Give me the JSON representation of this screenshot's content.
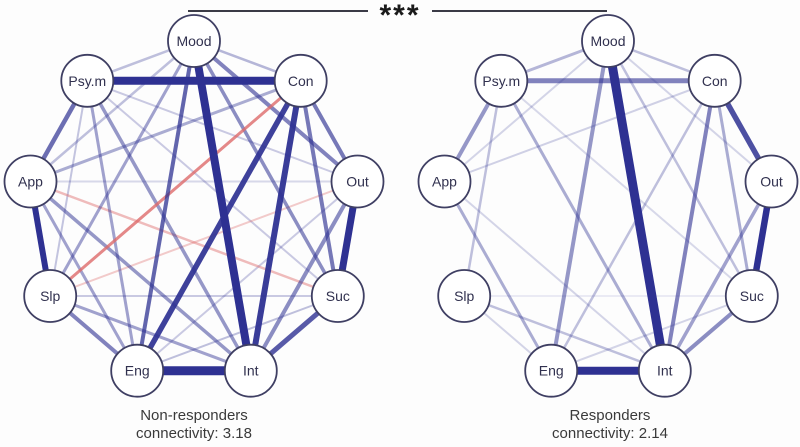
{
  "significance": {
    "stars": "***"
  },
  "colors": {
    "positive_edge": "#2e3192",
    "negative_edge": "#dd6a6a",
    "node_fill": "#ffffff",
    "node_border": "#3f3f63",
    "node_label": "#31314f",
    "caption_text": "#3a3a3a",
    "sig_line": "#3b3b46"
  },
  "nodes": [
    "Mood",
    "Con",
    "Out",
    "Suc",
    "Int",
    "Eng",
    "Slp",
    "App",
    "Psy.m"
  ],
  "networks": [
    {
      "id": "non-responders",
      "caption_line1": "Non-responders",
      "caption_line2": "connectivity: 3.18",
      "connectivity": 3.18,
      "edges": [
        [
          "Mood",
          "Psy.m",
          2.5,
          0.3,
          "pos"
        ],
        [
          "Mood",
          "Con",
          2.5,
          0.35,
          "pos"
        ],
        [
          "Mood",
          "App",
          2.5,
          0.3,
          "pos"
        ],
        [
          "Mood",
          "Slp",
          3,
          0.45,
          "pos"
        ],
        [
          "Mood",
          "Eng",
          4,
          0.75,
          "pos"
        ],
        [
          "Mood",
          "Int",
          8,
          1,
          "pos"
        ],
        [
          "Mood",
          "Suc",
          3.5,
          0.55,
          "pos"
        ],
        [
          "Mood",
          "Out",
          4,
          0.6,
          "pos"
        ],
        [
          "Psy.m",
          "Con",
          8,
          1,
          "pos"
        ],
        [
          "Psy.m",
          "App",
          4.5,
          0.7,
          "pos"
        ],
        [
          "Psy.m",
          "Slp",
          2,
          0.28,
          "pos"
        ],
        [
          "Psy.m",
          "Eng",
          3,
          0.45,
          "pos"
        ],
        [
          "Psy.m",
          "Int",
          3.5,
          0.5,
          "pos"
        ],
        [
          "Psy.m",
          "Suc",
          2,
          0.25,
          "pos"
        ],
        [
          "Psy.m",
          "Out",
          2,
          0.25,
          "pos"
        ],
        [
          "Con",
          "App",
          3,
          0.4,
          "pos"
        ],
        [
          "Con",
          "Slp",
          3,
          0.8,
          "neg"
        ],
        [
          "Con",
          "Eng",
          5.5,
          0.92,
          "pos"
        ],
        [
          "Con",
          "Int",
          6,
          0.95,
          "pos"
        ],
        [
          "Con",
          "Suc",
          4,
          0.65,
          "pos"
        ],
        [
          "Con",
          "Out",
          4,
          0.65,
          "pos"
        ],
        [
          "App",
          "Slp",
          6,
          1,
          "pos"
        ],
        [
          "App",
          "Eng",
          3,
          0.45,
          "pos"
        ],
        [
          "App",
          "Int",
          3.5,
          0.5,
          "pos"
        ],
        [
          "App",
          "Suc",
          2.5,
          0.45,
          "neg"
        ],
        [
          "App",
          "Out",
          2,
          0.18,
          "pos"
        ],
        [
          "Slp",
          "Eng",
          4,
          0.6,
          "pos"
        ],
        [
          "Slp",
          "Int",
          3,
          0.45,
          "pos"
        ],
        [
          "Slp",
          "Suc",
          2,
          0.25,
          "pos"
        ],
        [
          "Slp",
          "Out",
          2,
          0.35,
          "neg"
        ],
        [
          "Eng",
          "Int",
          9,
          1,
          "pos"
        ],
        [
          "Eng",
          "Suc",
          2,
          0.3,
          "pos"
        ],
        [
          "Eng",
          "Out",
          2,
          0.25,
          "pos"
        ],
        [
          "Int",
          "Suc",
          5,
          0.8,
          "pos"
        ],
        [
          "Int",
          "Out",
          4,
          0.55,
          "pos"
        ],
        [
          "Suc",
          "Out",
          7,
          1,
          "pos"
        ]
      ]
    },
    {
      "id": "responders",
      "caption_line1": "Responders",
      "caption_line2": "connectivity: 2.14",
      "connectivity": 2.14,
      "edges": [
        [
          "Mood",
          "Psy.m",
          3,
          0.35,
          "pos"
        ],
        [
          "Mood",
          "Con",
          2.5,
          0.3,
          "pos"
        ],
        [
          "Mood",
          "App",
          2,
          0.2,
          "pos"
        ],
        [
          "Mood",
          "Eng",
          4,
          0.5,
          "pos"
        ],
        [
          "Mood",
          "Int",
          9,
          1,
          "pos"
        ],
        [
          "Mood",
          "Suc",
          2.5,
          0.3,
          "pos"
        ],
        [
          "Mood",
          "Out",
          2,
          0.2,
          "pos"
        ],
        [
          "Psy.m",
          "Con",
          5,
          0.6,
          "pos"
        ],
        [
          "Psy.m",
          "App",
          4,
          0.5,
          "pos"
        ],
        [
          "Psy.m",
          "Slp",
          2.5,
          0.3,
          "pos"
        ],
        [
          "Psy.m",
          "Int",
          3,
          0.4,
          "pos"
        ],
        [
          "Psy.m",
          "Suc",
          2,
          0.18,
          "pos"
        ],
        [
          "Con",
          "Out",
          5.5,
          0.85,
          "pos"
        ],
        [
          "Con",
          "Int",
          4,
          0.6,
          "pos"
        ],
        [
          "Con",
          "Suc",
          3,
          0.4,
          "pos"
        ],
        [
          "Con",
          "Eng",
          2.5,
          0.3,
          "pos"
        ],
        [
          "Con",
          "App",
          2,
          0.22,
          "pos"
        ],
        [
          "App",
          "Eng",
          3,
          0.4,
          "pos"
        ],
        [
          "App",
          "Int",
          2,
          0.2,
          "pos"
        ],
        [
          "Slp",
          "Int",
          2.5,
          0.3,
          "pos"
        ],
        [
          "Slp",
          "Eng",
          2,
          0.2,
          "pos"
        ],
        [
          "Slp",
          "Suc",
          1.5,
          0.12,
          "pos"
        ],
        [
          "Eng",
          "Int",
          8,
          1,
          "pos"
        ],
        [
          "Eng",
          "Suc",
          2,
          0.2,
          "pos"
        ],
        [
          "Int",
          "Suc",
          4,
          0.55,
          "pos"
        ],
        [
          "Int",
          "Out",
          3.5,
          0.45,
          "pos"
        ],
        [
          "Suc",
          "Out",
          6.5,
          1,
          "pos"
        ]
      ]
    }
  ]
}
